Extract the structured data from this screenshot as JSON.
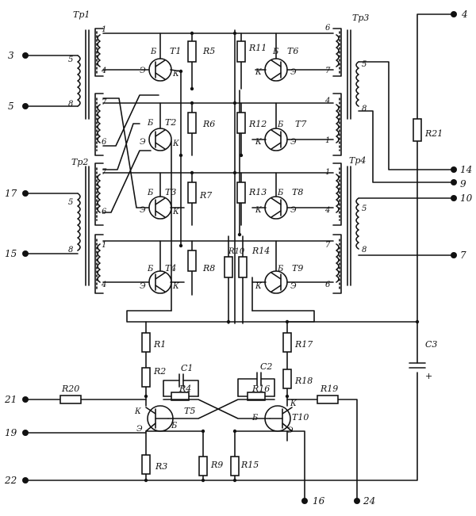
{
  "transformers": [
    {
      "id": "tr1",
      "name": "Тр1",
      "pins": [
        "1",
        "4",
        "5",
        "8"
      ]
    },
    {
      "id": "tr2",
      "name": "Тр2",
      "pins": [
        "7",
        "6",
        "7",
        "6",
        "5",
        "8"
      ]
    },
    {
      "id": "tr3",
      "name": "Тр3",
      "pins": [
        "6",
        "7",
        "5",
        "8"
      ]
    },
    {
      "id": "tr4",
      "name": "Тр4",
      "pins": [
        "4",
        "1",
        "1",
        "4",
        "5",
        "8"
      ]
    },
    {
      "id": "tr5",
      "name": "",
      "pins": [
        "1",
        "4",
        "7",
        "6"
      ]
    }
  ],
  "transistors": [
    {
      "id": "t1",
      "name": "T1",
      "base": "Б",
      "emitter": "Э",
      "collector": "К"
    },
    {
      "id": "t2",
      "name": "T2",
      "base": "Б",
      "emitter": "Э",
      "collector": "К"
    },
    {
      "id": "t3",
      "name": "T3",
      "base": "Б",
      "emitter": "Э",
      "collector": "К"
    },
    {
      "id": "t4",
      "name": "T4",
      "base": "Б",
      "emitter": "Э",
      "collector": "К"
    },
    {
      "id": "t5",
      "name": "T5",
      "base": "Б",
      "emitter": "Э",
      "collector": "К"
    },
    {
      "id": "t6",
      "name": "T6",
      "base": "Б",
      "emitter": "Э",
      "collector": "К"
    },
    {
      "id": "t7",
      "name": "T7",
      "base": "Б",
      "emitter": "Э",
      "collector": "К"
    },
    {
      "id": "t8",
      "name": "T8",
      "base": "Б",
      "emitter": "Э",
      "collector": "К"
    },
    {
      "id": "t9",
      "name": "T9",
      "base": "Б",
      "emitter": "Э",
      "collector": "К"
    },
    {
      "id": "t10",
      "name": "T10",
      "base": "Б",
      "emitter": "Э",
      "collector": "К"
    }
  ],
  "resistors": [
    "R1",
    "R2",
    "R3",
    "R4",
    "R5",
    "R6",
    "R7",
    "R8",
    "R9",
    "R10",
    "R11",
    "R12",
    "R13",
    "R14",
    "R15",
    "R16",
    "R17",
    "R18",
    "R19",
    "R20",
    "R21"
  ],
  "capacitors": [
    "C1",
    "C2",
    "C3"
  ],
  "polarity_mark": "+",
  "terminals": [
    "3",
    "5",
    "17",
    "15",
    "4",
    "14",
    "9",
    "10",
    "7",
    "21",
    "19",
    "22",
    "16",
    "24"
  ]
}
